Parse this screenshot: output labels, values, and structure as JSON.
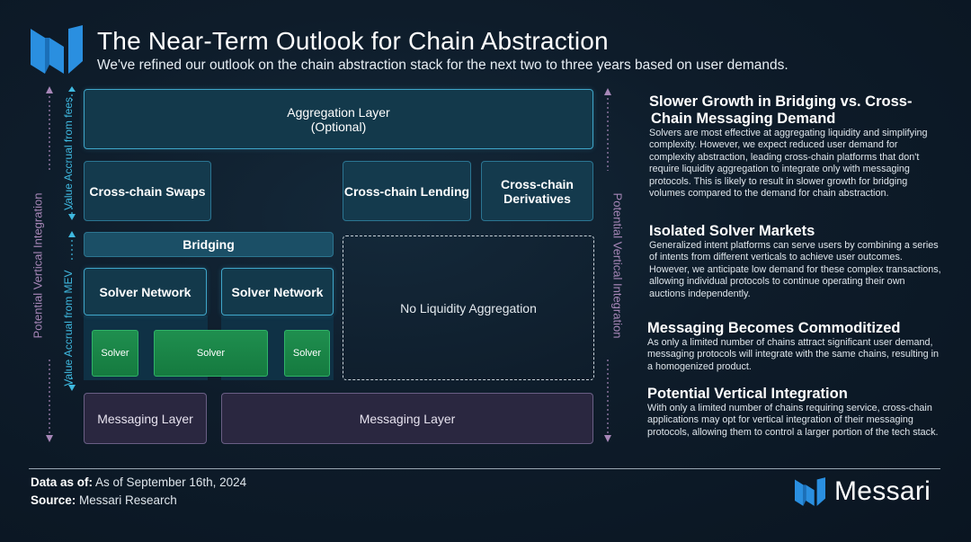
{
  "header": {
    "title": "The Near-Term Outlook for Chain Abstraction",
    "subtitle": "We've refined our outlook on the chain abstraction stack for the next two to three years based on user demands."
  },
  "diagram": {
    "aggregation_line1": "Aggregation Layer",
    "aggregation_line2": "(Optional)",
    "cross_chain_swaps": "Cross-chain Swaps",
    "cross_chain_lending": "Cross-chain Lending",
    "cross_chain_derivatives_line1": "Cross-chain",
    "cross_chain_derivatives_line2": "Derivatives",
    "bridging": "Bridging",
    "solver_network_1": "Solver Network",
    "solver_network_2": "Solver Network",
    "solver_1": "Solver",
    "solver_2": "Solver",
    "solver_3": "Solver",
    "no_liquidity": "No Liquidity Aggregation",
    "messaging_layer_1": "Messaging Layer",
    "messaging_layer_2": "Messaging Layer",
    "left_vertical_label": "Potential Vertical Integration",
    "right_vertical_label": "Potential Vertical Integration",
    "value_accrual_fees": "Value Accrual from fees",
    "value_accrual_mev": "Value Accrual from MEV"
  },
  "sections": [
    {
      "heading_line1": "Slower Growth in Bridging vs. Cross-",
      "heading_line2": "Chain Messaging Demand",
      "body": "Solvers are most effective at aggregating liquidity and simplifying complexity. However, we expect reduced user demand for complexity abstraction, leading cross-chain platforms that don't require liquidity aggregation to integrate only with messaging protocols. This is likely to result in slower growth for bridging volumes compared to the demand for chain abstraction."
    },
    {
      "heading": "Isolated Solver Markets",
      "body": "Generalized intent platforms can serve users by combining a series of intents from different verticals to achieve user outcomes. However, we anticipate low demand for these complex transactions, allowing individual protocols to continue operating their own auctions independently."
    },
    {
      "heading": "Messaging Becomes Commoditized",
      "body": "As only a limited number of chains attract significant user demand, messaging protocols will integrate with the same chains, resulting in a homogenized product."
    },
    {
      "heading": "Potential Vertical Integration",
      "body": "With only a limited number of chains requiring service, cross-chain applications may opt for vertical integration of their messaging protocols, allowing them to control a larger portion of the tech stack."
    }
  ],
  "footer": {
    "data_as_of_label": "Data as of:",
    "data_as_of_value": "As of September 16th, 2024",
    "source_label": "Source:",
    "source_value": "Messari Research",
    "brand": "Messari"
  },
  "colors": {
    "background": "#0e1c2a",
    "teal_box": "#143a4d",
    "solver_green": "#1f8f4f",
    "messaging_purple": "#2a2740",
    "accent_cyan": "#3fb9e0",
    "accent_purple": "#a787b8"
  }
}
